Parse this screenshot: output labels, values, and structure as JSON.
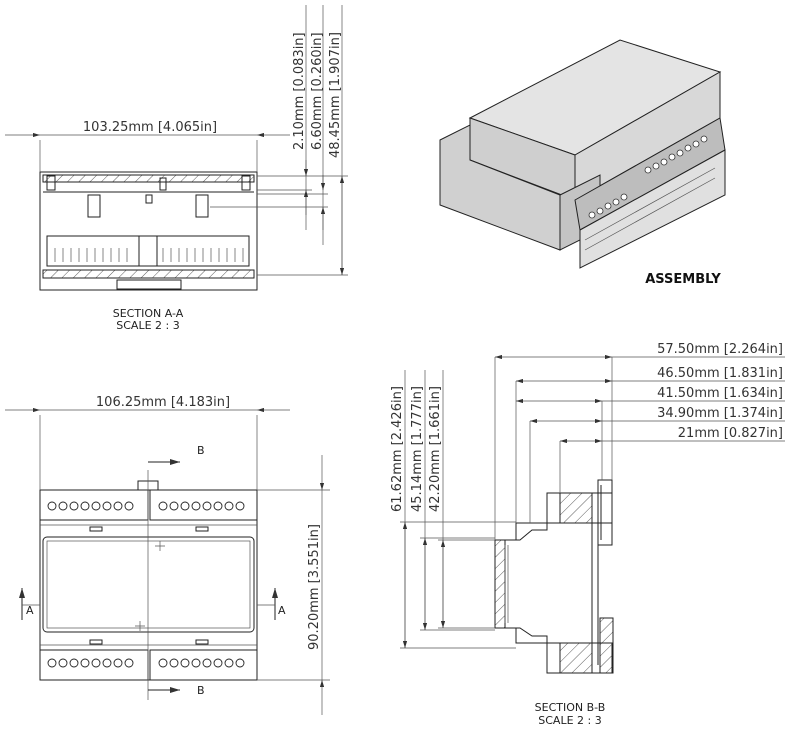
{
  "section_aa": {
    "title": "SECTION A-A",
    "scale": "SCALE 2 : 3",
    "width_dim": "103.25mm [4.065in]",
    "dim_1": "2.10mm [0.083in]",
    "dim_2": "6.60mm [0.260in]",
    "dim_3": "48.45mm [1.907in]"
  },
  "assembly": {
    "title": "ASSEMBLY"
  },
  "front_view": {
    "width_dim": "106.25mm [4.183in]",
    "height_dim": "90.20mm [3.551in]",
    "section_b_top": "B",
    "section_b_bottom": "B",
    "section_a_left": "A",
    "section_a_right": "A"
  },
  "section_bb": {
    "title": "SECTION B-B",
    "scale": "SCALE 2 : 3",
    "h_dims": [
      "57.50mm [2.264in]",
      "46.50mm [1.831in]",
      "41.50mm [1.634in]",
      "34.90mm [1.374in]",
      "21mm [0.827in]"
    ],
    "v_dims": [
      "61.62mm [2.426in]",
      "45.14mm [1.777in]",
      "42.20mm [1.661in]"
    ]
  }
}
